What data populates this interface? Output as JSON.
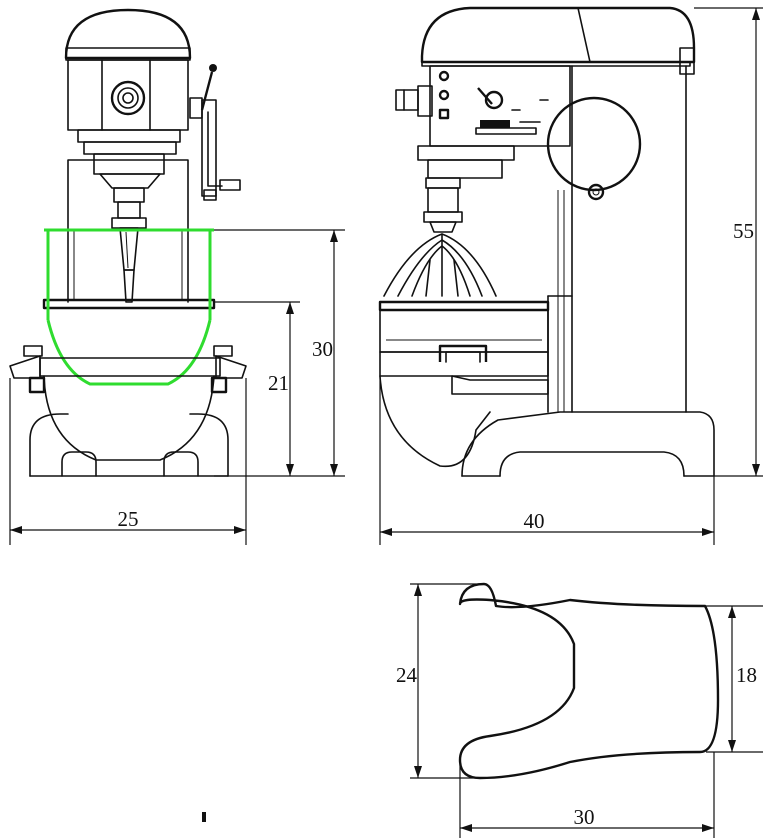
{
  "colors": {
    "outline": "#111111",
    "bowl_highlight": "#2fdc2f",
    "background": "#ffffff"
  },
  "dimensions": {
    "front_width": "25",
    "front_bowl_height": "30",
    "front_base_height": "21",
    "side_width": "40",
    "side_height": "55",
    "top_depth": "24",
    "top_inner_depth": "18",
    "top_width": "30"
  }
}
